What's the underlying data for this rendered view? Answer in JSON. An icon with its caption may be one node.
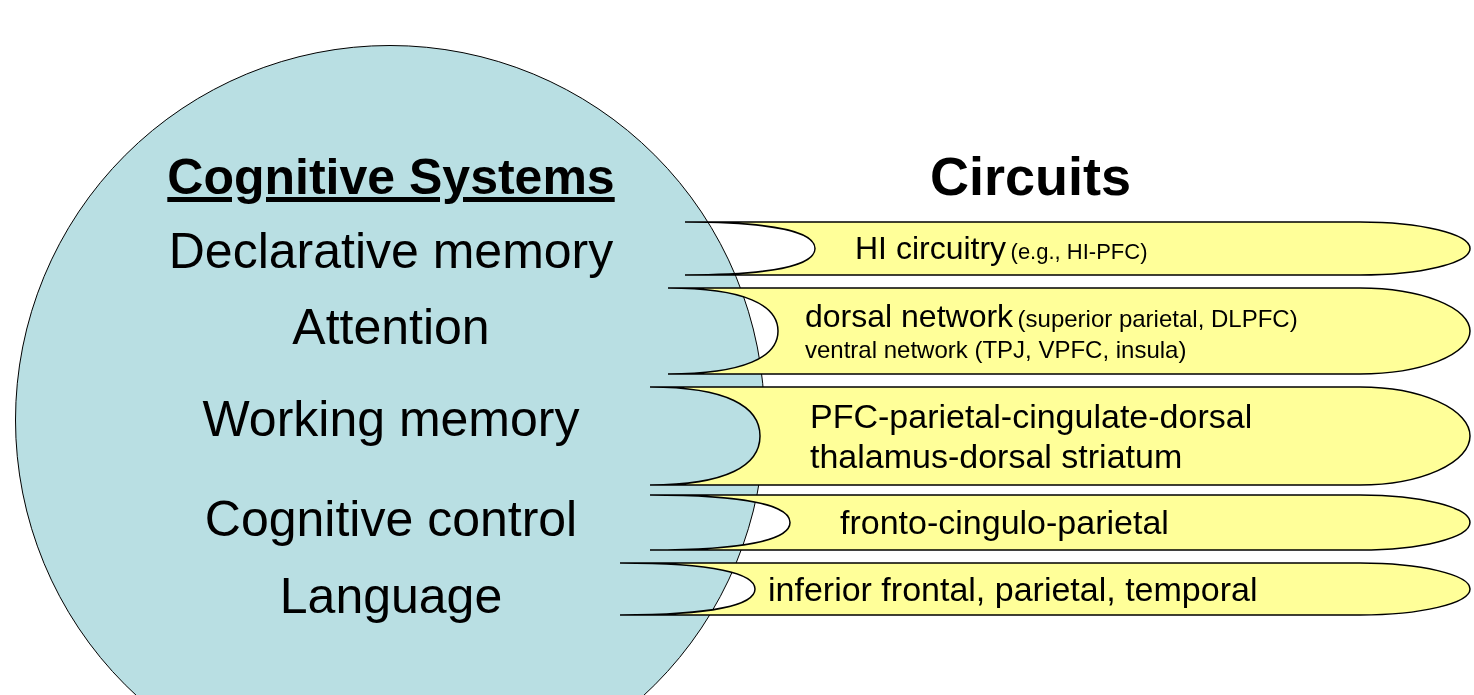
{
  "diagram": {
    "nodes": [
      {
        "text": [
          "Cognitive Systems"
        ]
      },
      {
        "text": [
          "Declarative memory"
        ],
        "in": 0
      },
      {
        "text": [
          "Attention"
        ],
        "in": 0
      },
      {
        "text": [
          "Working memory"
        ],
        "in": 0
      },
      {
        "text": [
          "Cognitive control"
        ],
        "in": 0
      },
      {
        "text": [
          "Language"
        ],
        "in": 0
      },
      {
        "text": [
          "HI circuitry",
          "(e.g., HI-PFC)"
        ]
      },
      {
        "text": [
          "dorsal network",
          "(superior parietal, DLPFC)",
          "ventral network (TPJ, VPFC, insula)"
        ]
      },
      {
        "text": [
          "PFC-parietal-cingulate-dorsal thalamus-dorsal striatum"
        ]
      },
      {
        "text": [
          "fronto-cingulo-parietal"
        ]
      },
      {
        "text": [
          "inferior frontal, parietal, temporal"
        ]
      }
    ],
    "labels": [
      "Circuits"
    ]
  }
}
